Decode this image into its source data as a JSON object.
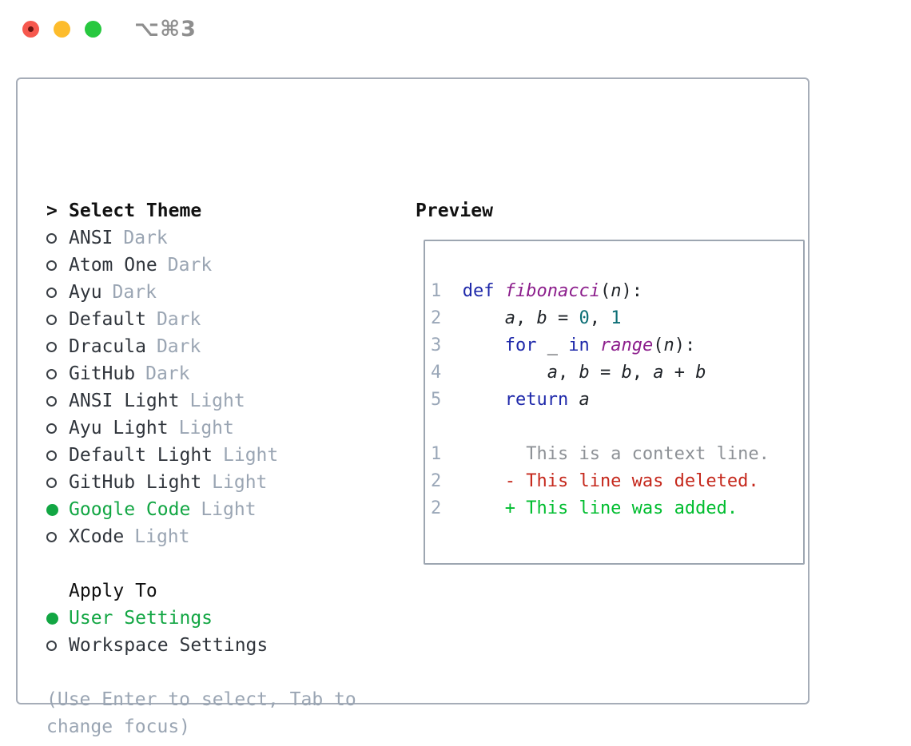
{
  "window": {
    "title": "⌥⌘3",
    "traffic_lights": [
      "close",
      "minimize",
      "zoom"
    ]
  },
  "left_panel": {
    "header": {
      "prefix": ">",
      "label": "Select Theme"
    },
    "themes": [
      {
        "name": "ANSI",
        "variant": "Dark",
        "selected": false
      },
      {
        "name": "Atom One",
        "variant": "Dark",
        "selected": false
      },
      {
        "name": "Ayu",
        "variant": "Dark",
        "selected": false
      },
      {
        "name": "Default",
        "variant": "Dark",
        "selected": false
      },
      {
        "name": "Dracula",
        "variant": "Dark",
        "selected": false
      },
      {
        "name": "GitHub",
        "variant": "Dark",
        "selected": false
      },
      {
        "name": "ANSI Light",
        "variant": "Light",
        "selected": false
      },
      {
        "name": "Ayu Light",
        "variant": "Light",
        "selected": false
      },
      {
        "name": "Default Light",
        "variant": "Light",
        "selected": false
      },
      {
        "name": "GitHub Light",
        "variant": "Light",
        "selected": false
      },
      {
        "name": "Google Code",
        "variant": "Light",
        "selected": true
      },
      {
        "name": "XCode",
        "variant": "Light",
        "selected": false
      }
    ],
    "apply_to": {
      "label": "Apply To",
      "options": [
        {
          "name": "User Settings",
          "selected": true
        },
        {
          "name": "Workspace Settings",
          "selected": false
        }
      ]
    },
    "help": [
      "(Use Enter to select, Tab to",
      "change focus)"
    ]
  },
  "preview": {
    "title": "Preview",
    "code_lines": [
      {
        "kind": "code",
        "segments": [
          {
            "c": "ln",
            "t": "1"
          },
          {
            "c": "pl",
            "t": "  "
          },
          {
            "c": "kw",
            "t": "def"
          },
          {
            "c": "pl",
            "t": " "
          },
          {
            "c": "fn",
            "t": "fibonacci"
          },
          {
            "c": "pl",
            "t": "("
          },
          {
            "c": "var",
            "t": "n"
          },
          {
            "c": "pl",
            "t": "):"
          }
        ]
      },
      {
        "kind": "code",
        "segments": [
          {
            "c": "ln",
            "t": "2"
          },
          {
            "c": "pl",
            "t": "      "
          },
          {
            "c": "var",
            "t": "a"
          },
          {
            "c": "pl",
            "t": ", "
          },
          {
            "c": "var",
            "t": "b"
          },
          {
            "c": "pl",
            "t": " = "
          },
          {
            "c": "lit",
            "t": "0"
          },
          {
            "c": "pl",
            "t": ", "
          },
          {
            "c": "lit",
            "t": "1"
          }
        ]
      },
      {
        "kind": "code",
        "segments": [
          {
            "c": "ln",
            "t": "3"
          },
          {
            "c": "pl",
            "t": "      "
          },
          {
            "c": "kw",
            "t": "for"
          },
          {
            "c": "pl",
            "t": " _ "
          },
          {
            "c": "kw",
            "t": "in"
          },
          {
            "c": "pl",
            "t": " "
          },
          {
            "c": "fn",
            "t": "range"
          },
          {
            "c": "pl",
            "t": "("
          },
          {
            "c": "var",
            "t": "n"
          },
          {
            "c": "pl",
            "t": "):"
          }
        ]
      },
      {
        "kind": "code",
        "segments": [
          {
            "c": "ln",
            "t": "4"
          },
          {
            "c": "pl",
            "t": "          "
          },
          {
            "c": "var",
            "t": "a"
          },
          {
            "c": "pl",
            "t": ", "
          },
          {
            "c": "var",
            "t": "b"
          },
          {
            "c": "pl",
            "t": " = "
          },
          {
            "c": "var",
            "t": "b"
          },
          {
            "c": "pl",
            "t": ", "
          },
          {
            "c": "var",
            "t": "a"
          },
          {
            "c": "pl",
            "t": " + "
          },
          {
            "c": "var",
            "t": "b"
          }
        ]
      },
      {
        "kind": "code",
        "segments": [
          {
            "c": "ln",
            "t": "5"
          },
          {
            "c": "pl",
            "t": "      "
          },
          {
            "c": "kw",
            "t": "return"
          },
          {
            "c": "pl",
            "t": " "
          },
          {
            "c": "var",
            "t": "a"
          }
        ]
      },
      {
        "kind": "blank",
        "segments": []
      },
      {
        "kind": "context",
        "segments": [
          {
            "c": "ln",
            "t": "1"
          },
          {
            "c": "pl",
            "t": "        "
          },
          {
            "c": "ctx",
            "t": "This is a context line."
          }
        ]
      },
      {
        "kind": "deleted",
        "segments": [
          {
            "c": "ln",
            "t": "2"
          },
          {
            "c": "pl",
            "t": "      "
          },
          {
            "c": "del",
            "t": "- This line was deleted."
          }
        ]
      },
      {
        "kind": "added",
        "segments": [
          {
            "c": "ln",
            "t": "2"
          },
          {
            "c": "pl",
            "t": "      "
          },
          {
            "c": "add",
            "t": "+ This line was added."
          }
        ]
      }
    ]
  },
  "colors": {
    "accent_green": "#12a643",
    "text_dark": "#30353c",
    "text_black": "#111111",
    "muted": "#9aa5b3",
    "panel_border": "#a6adb8",
    "preview_border": "#9da6b1",
    "title_gray": "#8e8e8e",
    "lineno": "#9aa7b8",
    "code_keyword": "#1e28aa",
    "code_function": "#8c1e8c",
    "code_literal": "#0c6e75",
    "code_plain": "#1f2328",
    "diff_context": "#8d9196",
    "diff_deleted": "#c5281c",
    "diff_added": "#00bd2f",
    "traffic_red": "#f6584e",
    "traffic_yellow": "#fdbc2c",
    "traffic_green": "#27c83f"
  }
}
